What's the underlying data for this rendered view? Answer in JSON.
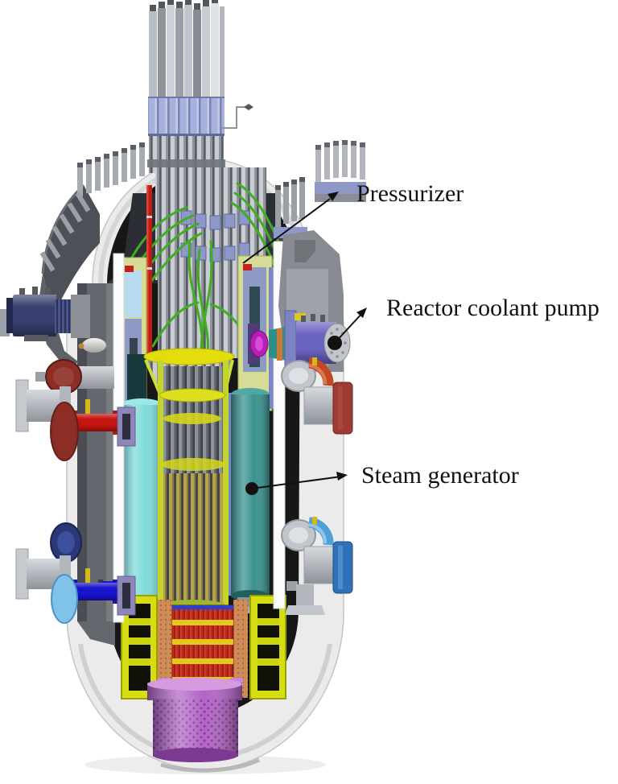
{
  "figure": {
    "type": "cutaway-diagram",
    "subject": "Integral pressurized water reactor vessel cutaway"
  },
  "annotations": {
    "pressurizer": {
      "label": "Pressurizer"
    },
    "reactor_coolant_pump": {
      "label": "Reactor coolant pump"
    },
    "steam_generator": {
      "label": "Steam generator"
    }
  },
  "colors": {
    "annotation": "#111111",
    "vessel_shell": "#ebebeb",
    "vessel_wall_dark": "#64686e",
    "vessel_interior": "#171717",
    "cut_face": "#fbfbfb",
    "crdm_band_lavender": "#a7b1dd",
    "guide_cable_green": "#3fae1f",
    "incore_rod_red": "#bf1d13",
    "pressurizer_lining": "#d6db95",
    "steam_generator_left_cyan": "#7fd9da",
    "steam_generator_right_teal": "#37918e",
    "core_support_yellow": "#d6de12",
    "fuel_core_red": "#c52a1a",
    "core_grid_yellow": "#e3c81e",
    "former_orange": "#cf8c57",
    "flow_skirt_purple": "#b264c6",
    "rcp_purple": "#6b63c1",
    "left_pump_navy": "#37406e",
    "hot_valve_red": "#c51510",
    "cold_valve_blue": "#1813cc",
    "nozzle_cap_red": "#9e3b33",
    "nozzle_cap_blue": "#2f72b8",
    "elbow_red": "#c24a20",
    "elbow_blue": "#4f9fd8",
    "disc_dark_red": "#8c2d26",
    "disc_light_blue": "#7fc3e8",
    "disc_dark_blue": "#2a3878"
  }
}
